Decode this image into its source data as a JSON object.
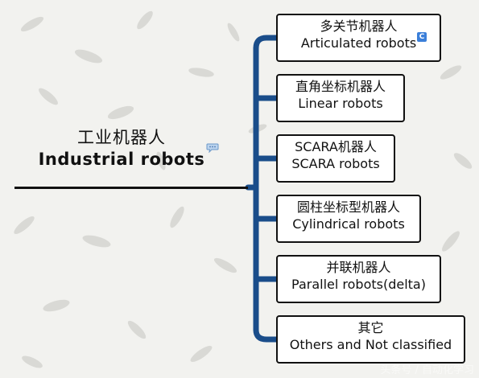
{
  "root": {
    "title_zh": "工业机器人",
    "title_en": "Industrial robots"
  },
  "icons": {
    "note": "comment-icon",
    "badge": "c-badge-icon",
    "badge_letter": "C"
  },
  "branches": [
    {
      "zh": "多关节机器人",
      "en": "Articulated robots"
    },
    {
      "zh": "直角坐标机器人",
      "en": "Linear robots"
    },
    {
      "zh": "SCARA机器人",
      "en": "SCARA robots"
    },
    {
      "zh": "圆柱坐标型机器人",
      "en": "Cylindrical robots"
    },
    {
      "zh": "并联机器人",
      "en": "Parallel robots(delta)"
    },
    {
      "zh": "其它",
      "en": "Others and Not classified"
    }
  ],
  "watermark": "头条号 / 自动化学习",
  "colors": {
    "connector": "#1a4d8a",
    "border": "#111111",
    "background": "#f2f2ef"
  }
}
